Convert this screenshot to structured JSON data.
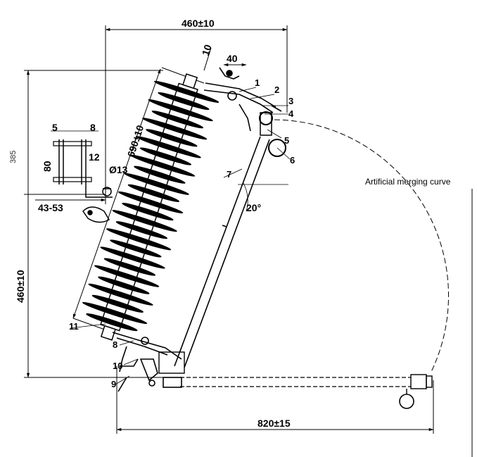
{
  "dimensions": {
    "top_width": "460±10",
    "left_height": "460±10",
    "bottom_width": "820±15",
    "insulator_length": "690±10",
    "mount_offset": "43-53",
    "bolt_diameter": "Ø13",
    "top_10": "10",
    "top_40": "40",
    "bracket_5": "5",
    "bracket_8": "8",
    "bracket_12": "12",
    "bracket_80": "80",
    "angle": "20°",
    "side_385": "385"
  },
  "part_labels": [
    "1",
    "2",
    "3",
    "4",
    "5",
    "6",
    "7",
    "8",
    "9",
    "10",
    "11"
  ],
  "annotation": "Artificial merging curve",
  "colors": {
    "line": "#000000",
    "background": "#ffffff"
  }
}
